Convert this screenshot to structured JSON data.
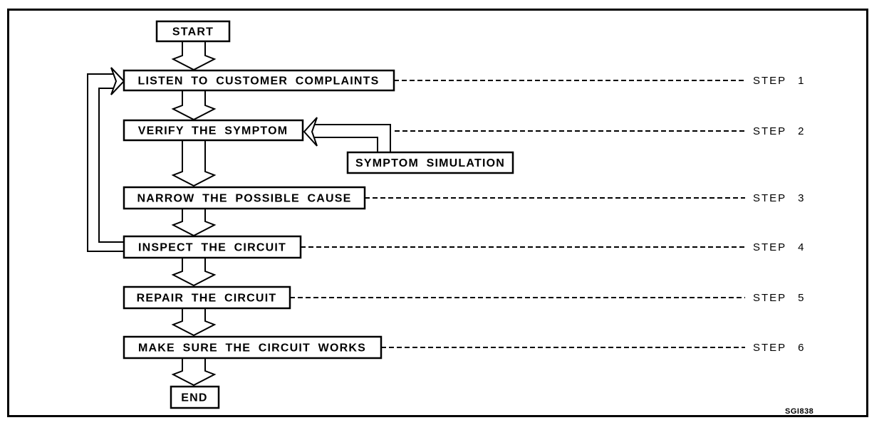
{
  "diagram": {
    "figure_code": "SGI838",
    "ink_color": "#000000",
    "paper_color": "#ffffff",
    "nodes": {
      "start": "START",
      "listen": "LISTEN TO CUSTOMER COMPLAINTS",
      "verify": "VERIFY THE SYMPTOM",
      "symptom_simulation": "SYMPTOM SIMULATION",
      "narrow": "NARROW THE POSSIBLE CAUSE",
      "inspect": "INSPECT THE CIRCUIT",
      "repair": "REPAIR THE CIRCUIT",
      "make_sure": "MAKE SURE THE CIRCUIT WORKS",
      "end": "END"
    },
    "step_labels": [
      "STEP 1",
      "STEP 2",
      "STEP 3",
      "STEP 4",
      "STEP 5",
      "STEP 6"
    ]
  }
}
